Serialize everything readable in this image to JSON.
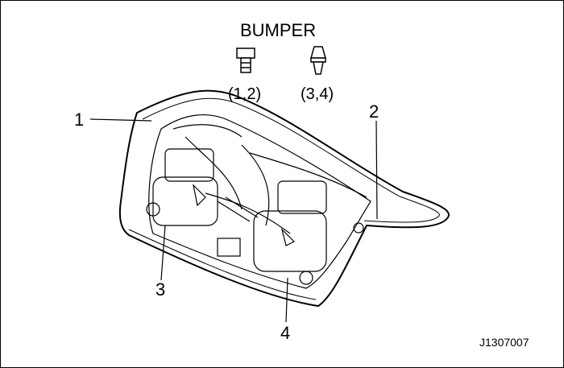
{
  "title": "BUMPER",
  "bumper_types": [
    {
      "label": "(1,2)",
      "icon": "flat-head-bumper-icon"
    },
    {
      "label": "(3,4)",
      "icon": "tapered-bumper-icon"
    }
  ],
  "callouts": [
    "1",
    "2",
    "3",
    "4"
  ],
  "figure_code": "J1307007"
}
